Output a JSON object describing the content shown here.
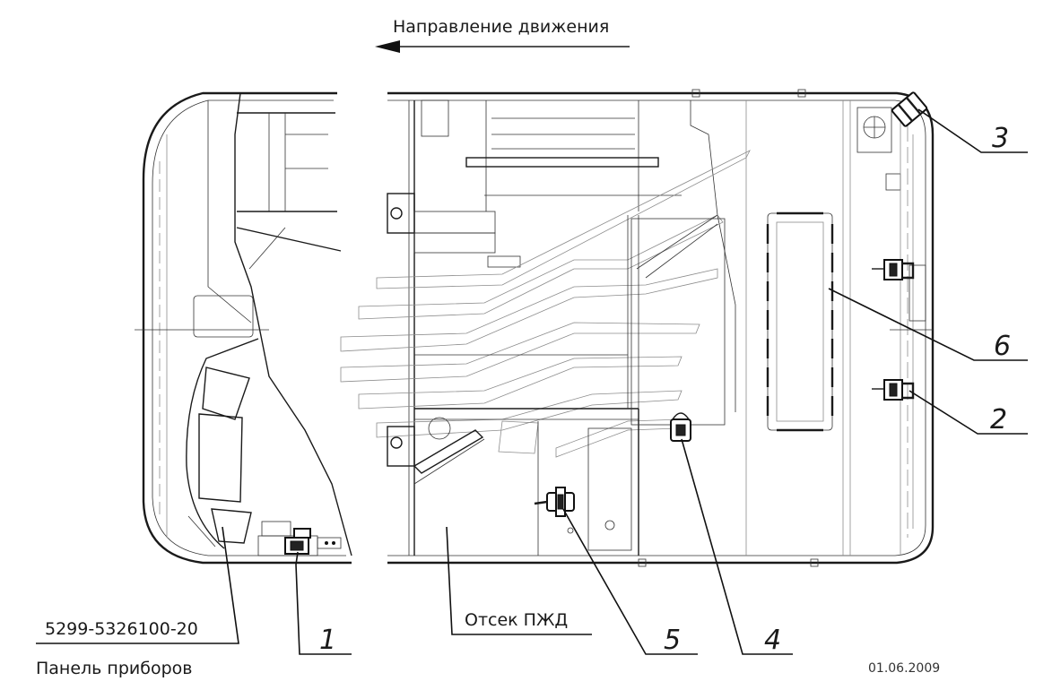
{
  "header": {
    "direction_label": "Направление движения"
  },
  "labels": {
    "part_number": "5299-5326100-20",
    "panel": "Панель приборов",
    "compartment": "Отсек ПЖД",
    "date": "01.06.2009"
  },
  "callouts": [
    "1",
    "2",
    "3",
    "4",
    "5",
    "6"
  ]
}
